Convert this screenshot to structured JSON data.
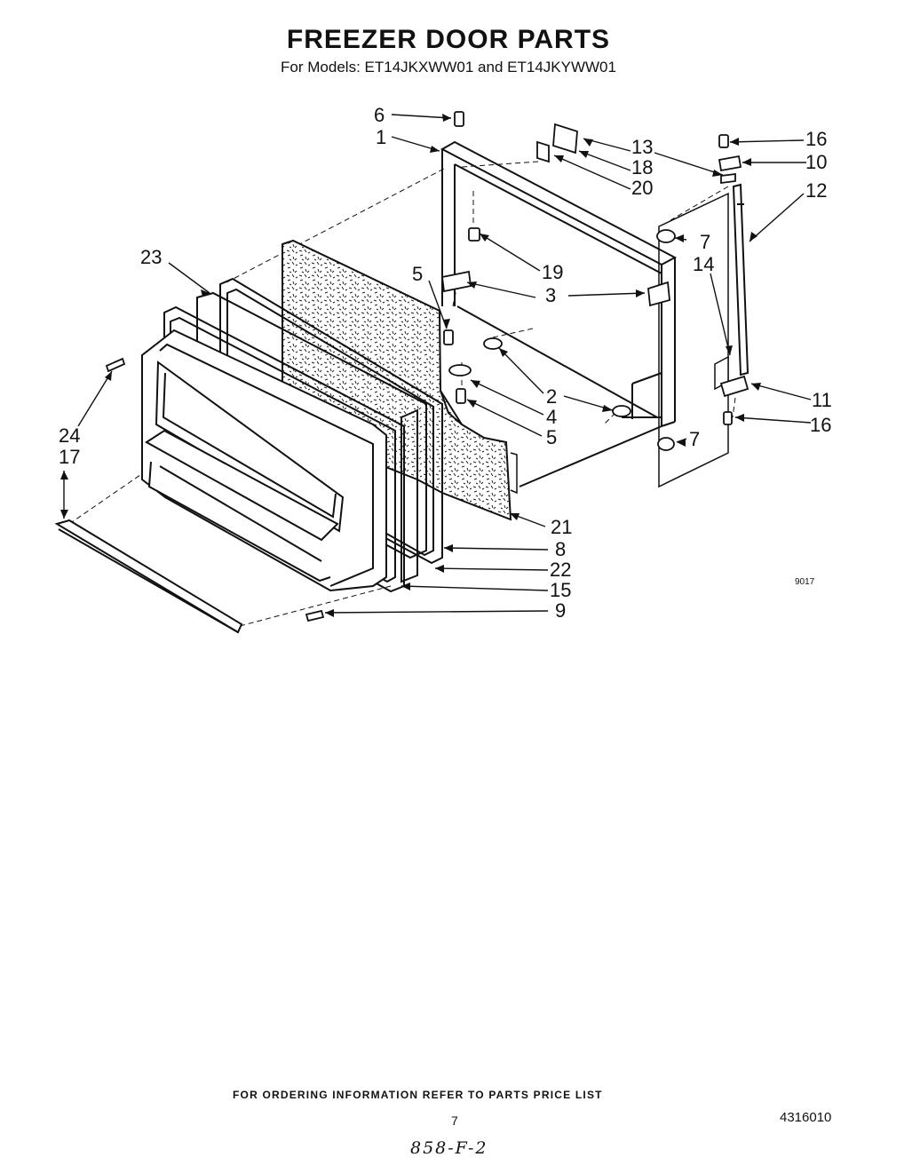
{
  "header": {
    "title": "FREEZER DOOR PARTS",
    "subtitle": "For Models: ET14JKXWW01 and ET14JKYWW01"
  },
  "diagram": {
    "figure_code": "9017",
    "callouts": [
      "1",
      "2",
      "3",
      "4",
      "5",
      "5",
      "6",
      "7",
      "7",
      "8",
      "9",
      "10",
      "11",
      "12",
      "13",
      "14",
      "15",
      "16",
      "16",
      "17",
      "18",
      "19",
      "20",
      "21",
      "22",
      "23",
      "24"
    ]
  },
  "footer": {
    "ordering_note": "FOR ORDERING INFORMATION REFER TO PARTS PRICE LIST",
    "page_number": "7",
    "document_number": "4316010",
    "handwritten_note": "858-F-2"
  }
}
